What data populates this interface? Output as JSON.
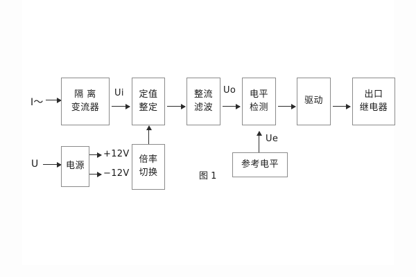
{
  "figure": {
    "caption": "图 1",
    "background": "#fdfdfd",
    "box_border_color": "#8a8a8a",
    "line_color": "#2b2b2b",
    "text_color": "#1a1a1a"
  },
  "inputs": [
    {
      "id": "current-input",
      "label": "I～"
    },
    {
      "id": "voltage-input",
      "label": "U"
    }
  ],
  "signal_labels": [
    {
      "id": "ui",
      "text": "Ui"
    },
    {
      "id": "uo",
      "text": "Uo"
    },
    {
      "id": "ue",
      "text": "Ue"
    }
  ],
  "supply_rails": [
    {
      "id": "rail-positive",
      "text": "+12V"
    },
    {
      "id": "rail-negative",
      "text": "−12V"
    }
  ],
  "blocks": {
    "isolation_transformer": {
      "line1": "隔 离",
      "line2": "变流器"
    },
    "setting_adjust": {
      "line1": "定值",
      "line2": "整定"
    },
    "rectify_filter": {
      "line1": "整流",
      "line2": "滤波"
    },
    "level_detect": {
      "line1": "电平",
      "line2": "检测"
    },
    "drive": {
      "line1": "驱动",
      "line2": ""
    },
    "output_relay": {
      "line1": "出口",
      "line2": "继电器"
    },
    "power_supply": {
      "line1": "电源",
      "line2": ""
    },
    "multiplier_switch": {
      "line1": "倍率",
      "line2": "切换"
    },
    "reference_level": {
      "line1": "参考电平",
      "line2": ""
    }
  }
}
